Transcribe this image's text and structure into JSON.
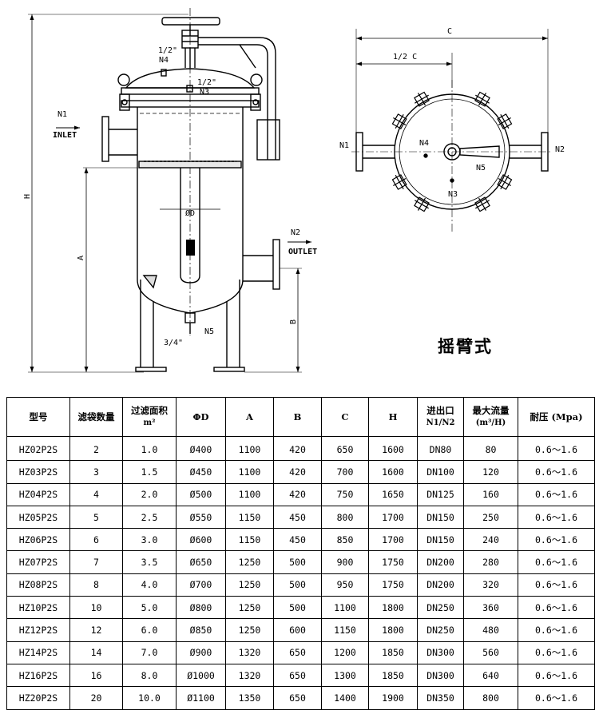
{
  "front_view": {
    "labels": {
      "n1": "N1",
      "inlet": "INLET",
      "n2": "N2",
      "outlet": "OUTLET",
      "n3": "N3",
      "n4": "N4",
      "n5": "N5",
      "half_inch_n4": "1/2\"",
      "half_inch_n3": "1/2\"",
      "three_quarter_inch": "3/4\"",
      "diameter": "ØD",
      "dim_h": "H",
      "dim_a": "A",
      "dim_b": "B"
    }
  },
  "top_view": {
    "labels": {
      "dim_c": "C",
      "dim_half_c": "1/2 C",
      "n1": "N1",
      "n2": "N2",
      "n3": "N3",
      "n4": "N4",
      "n5": "N5"
    }
  },
  "style_label": "摇臂式",
  "table": {
    "headers": [
      {
        "line1": "型号",
        "line2": ""
      },
      {
        "line1": "滤袋数量",
        "line2": ""
      },
      {
        "line1": "过滤面积",
        "line2": "m²"
      },
      {
        "line1": "ΦD",
        "line2": ""
      },
      {
        "line1": "A",
        "line2": ""
      },
      {
        "line1": "B",
        "line2": ""
      },
      {
        "line1": "C",
        "line2": ""
      },
      {
        "line1": "H",
        "line2": ""
      },
      {
        "line1": "进出口",
        "line2": "N1/N2"
      },
      {
        "line1": "最大流量",
        "line2": "(m³/H)"
      },
      {
        "line1": "耐压 (Mpa)",
        "line2": ""
      }
    ],
    "rows": [
      [
        "HZ02P2S",
        "2",
        "1.0",
        "Ø400",
        "1100",
        "420",
        "650",
        "1600",
        "DN80",
        "80",
        "0.6～1.6"
      ],
      [
        "HZ03P2S",
        "3",
        "1.5",
        "Ø450",
        "1100",
        "420",
        "700",
        "1600",
        "DN100",
        "120",
        "0.6～1.6"
      ],
      [
        "HZ04P2S",
        "4",
        "2.0",
        "Ø500",
        "1100",
        "420",
        "750",
        "1650",
        "DN125",
        "160",
        "0.6～1.6"
      ],
      [
        "HZ05P2S",
        "5",
        "2.5",
        "Ø550",
        "1150",
        "450",
        "800",
        "1700",
        "DN150",
        "250",
        "0.6～1.6"
      ],
      [
        "HZ06P2S",
        "6",
        "3.0",
        "Ø600",
        "1150",
        "450",
        "850",
        "1700",
        "DN150",
        "240",
        "0.6～1.6"
      ],
      [
        "HZ07P2S",
        "7",
        "3.5",
        "Ø650",
        "1250",
        "500",
        "900",
        "1750",
        "DN200",
        "280",
        "0.6～1.6"
      ],
      [
        "HZ08P2S",
        "8",
        "4.0",
        "Ø700",
        "1250",
        "500",
        "950",
        "1750",
        "DN200",
        "320",
        "0.6～1.6"
      ],
      [
        "HZ10P2S",
        "10",
        "5.0",
        "Ø800",
        "1250",
        "500",
        "1100",
        "1800",
        "DN250",
        "360",
        "0.6～1.6"
      ],
      [
        "HZ12P2S",
        "12",
        "6.0",
        "Ø850",
        "1250",
        "600",
        "1150",
        "1800",
        "DN250",
        "480",
        "0.6～1.6"
      ],
      [
        "HZ14P2S",
        "14",
        "7.0",
        "Ø900",
        "1320",
        "650",
        "1200",
        "1850",
        "DN300",
        "560",
        "0.6～1.6"
      ],
      [
        "HZ16P2S",
        "16",
        "8.0",
        "Ø1000",
        "1320",
        "650",
        "1300",
        "1850",
        "DN300",
        "640",
        "0.6～1.6"
      ],
      [
        "HZ20P2S",
        "20",
        "10.0",
        "Ø1100",
        "1350",
        "650",
        "1400",
        "1900",
        "DN350",
        "800",
        "0.6～1.6"
      ]
    ]
  }
}
